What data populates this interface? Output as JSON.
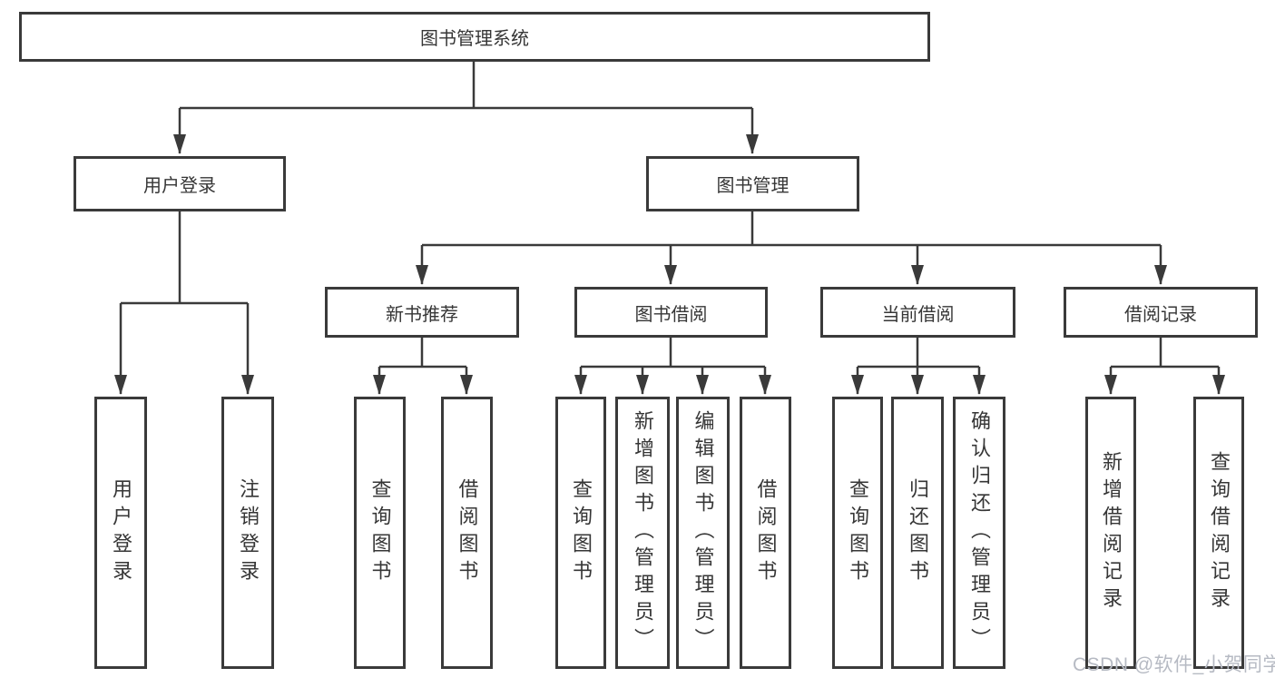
{
  "diagram": {
    "root": "图书管理系统",
    "user_login": {
      "label": "用户登录",
      "children": [
        "用户登录",
        "注销登录"
      ]
    },
    "book_management": {
      "label": "图书管理",
      "sections": {
        "new_book_recommend": {
          "label": "新书推荐",
          "children": [
            "查询图书",
            "借阅图书"
          ]
        },
        "book_borrow": {
          "label": "图书借阅",
          "children": [
            "查询图书",
            "新增图书（管理员）",
            "编辑图书（管理员）",
            "借阅图书"
          ]
        },
        "current_borrow": {
          "label": "当前借阅",
          "children": [
            "查询图书",
            "归还图书",
            "确认归还（管理员）"
          ]
        },
        "borrow_record": {
          "label": "借阅记录",
          "children": [
            "新增借阅记录",
            "查询借阅记录"
          ]
        }
      }
    }
  },
  "watermark": "CSDN @软件_小贺同学",
  "colors": {
    "line": "#3a3a3a",
    "text": "#363636",
    "box_background": "#ffffff",
    "watermark": "#b6bac3"
  }
}
